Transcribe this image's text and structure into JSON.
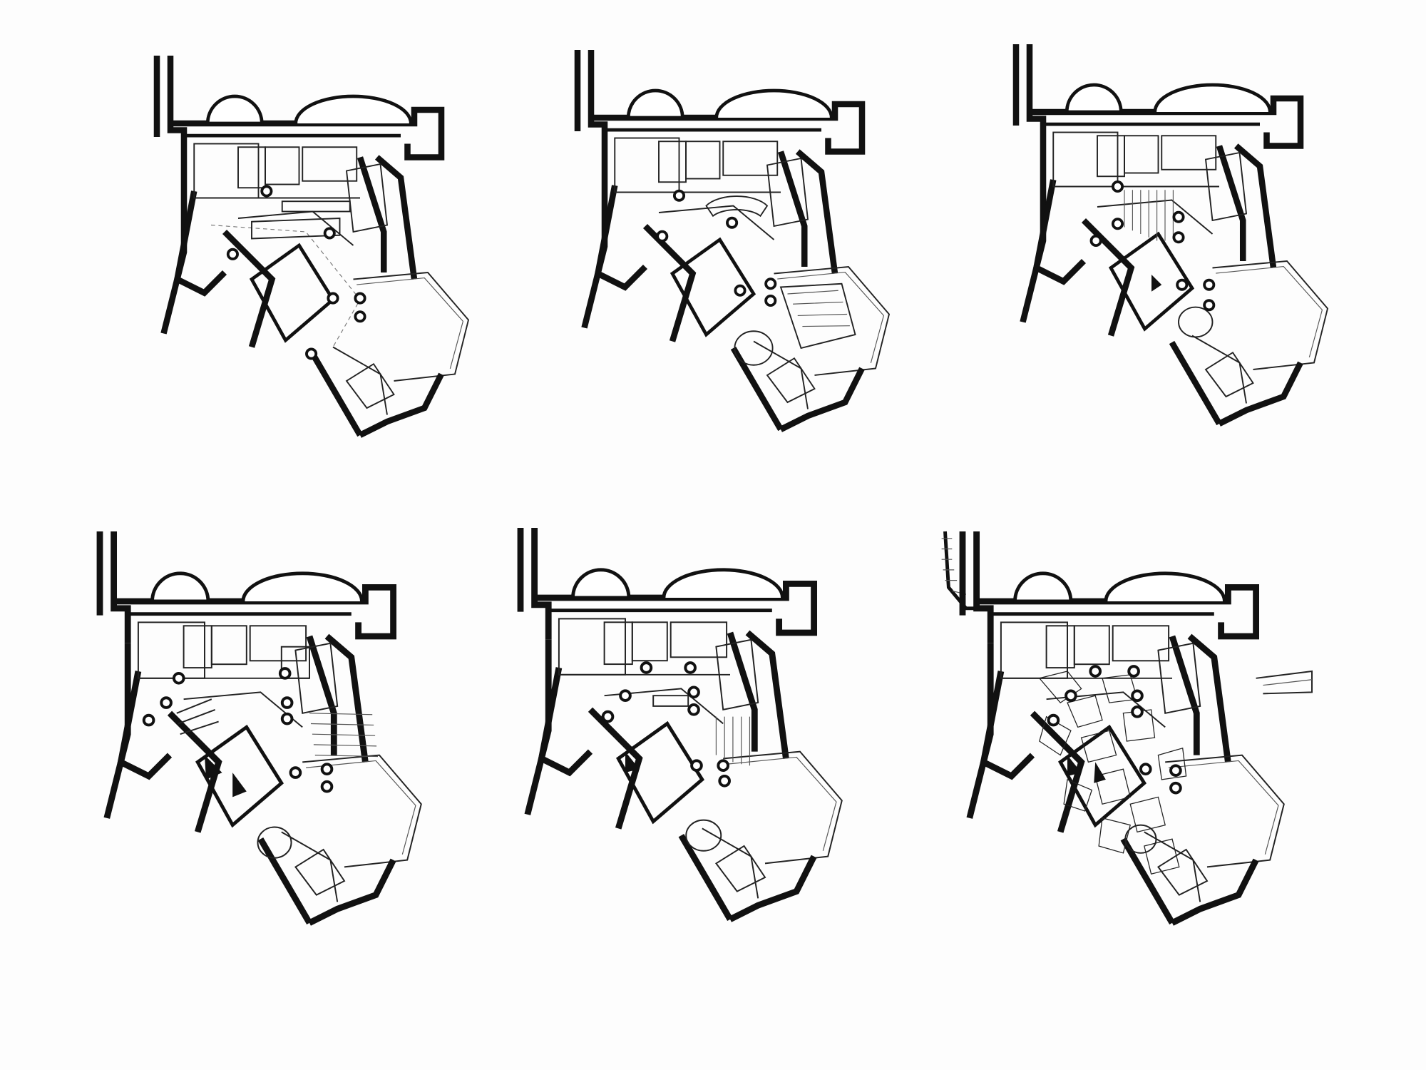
{
  "sheet": {
    "description_free": true,
    "panel_count": 6,
    "colors": {
      "ink": "#111111",
      "paper": "#fdfdfd",
      "column_fill": "#ffffff"
    }
  },
  "panels": [
    {
      "id": "plan-1",
      "row": 1,
      "col": 1
    },
    {
      "id": "plan-2",
      "row": 1,
      "col": 2
    },
    {
      "id": "plan-3",
      "row": 1,
      "col": 3
    },
    {
      "id": "plan-4",
      "row": 2,
      "col": 1
    },
    {
      "id": "plan-5",
      "row": 2,
      "col": 2
    },
    {
      "id": "plan-6",
      "row": 2,
      "col": 3
    }
  ]
}
